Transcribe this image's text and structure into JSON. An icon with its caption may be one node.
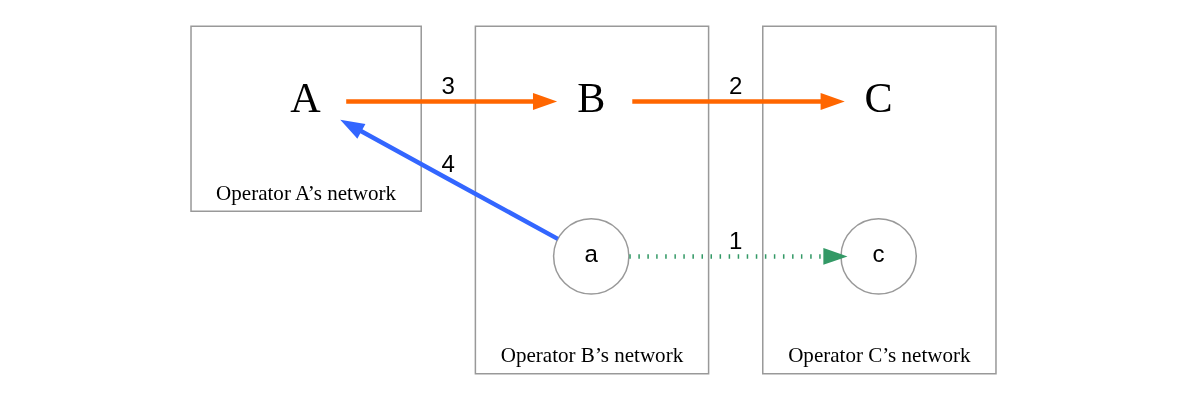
{
  "diagram": {
    "nodes": [
      {
        "text": [
          "Operator A’s network"
        ]
      },
      {
        "text": [
          "A"
        ],
        "in": 0
      },
      {
        "text": [
          "Operator B’s network"
        ]
      },
      {
        "text": [
          "B"
        ],
        "in": 2
      },
      {
        "text": [
          "a"
        ],
        "in": 2
      },
      {
        "text": [
          "Operator C’s network"
        ]
      },
      {
        "text": [
          "C"
        ],
        "in": 5
      },
      {
        "text": [
          "c"
        ],
        "in": 5
      }
    ],
    "edges": [
      {
        "from": 1,
        "to": 3,
        "arrow": "to",
        "label": "3",
        "color": "#ff6600"
      },
      {
        "from": 3,
        "to": 6,
        "arrow": "to",
        "label": "2",
        "color": "#ff6600"
      },
      {
        "from": 4,
        "to": 1,
        "arrow": "to",
        "label": "4",
        "color": "#3366ff"
      },
      {
        "from": 4,
        "to": 7,
        "arrow": "to",
        "label": "1",
        "style": "dashed",
        "color": "#339966"
      }
    ]
  }
}
